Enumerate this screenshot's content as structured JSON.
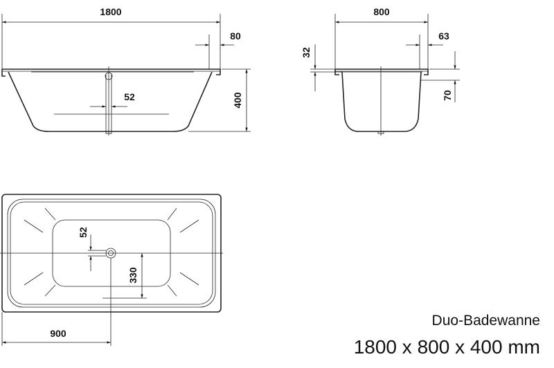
{
  "dimensions": {
    "length": "1800",
    "rim_width_side": "80",
    "drain_offset_side": "52",
    "depth": "400",
    "width": "800",
    "rim_width_end": "63",
    "rim_height": "32",
    "rim_drop": "70",
    "drain_offset_plan": "52",
    "drain_to_edge": "330",
    "half_length": "900"
  },
  "caption": {
    "name": "Duo-Badewanne",
    "size": "1800 x 800 x 400 mm"
  }
}
